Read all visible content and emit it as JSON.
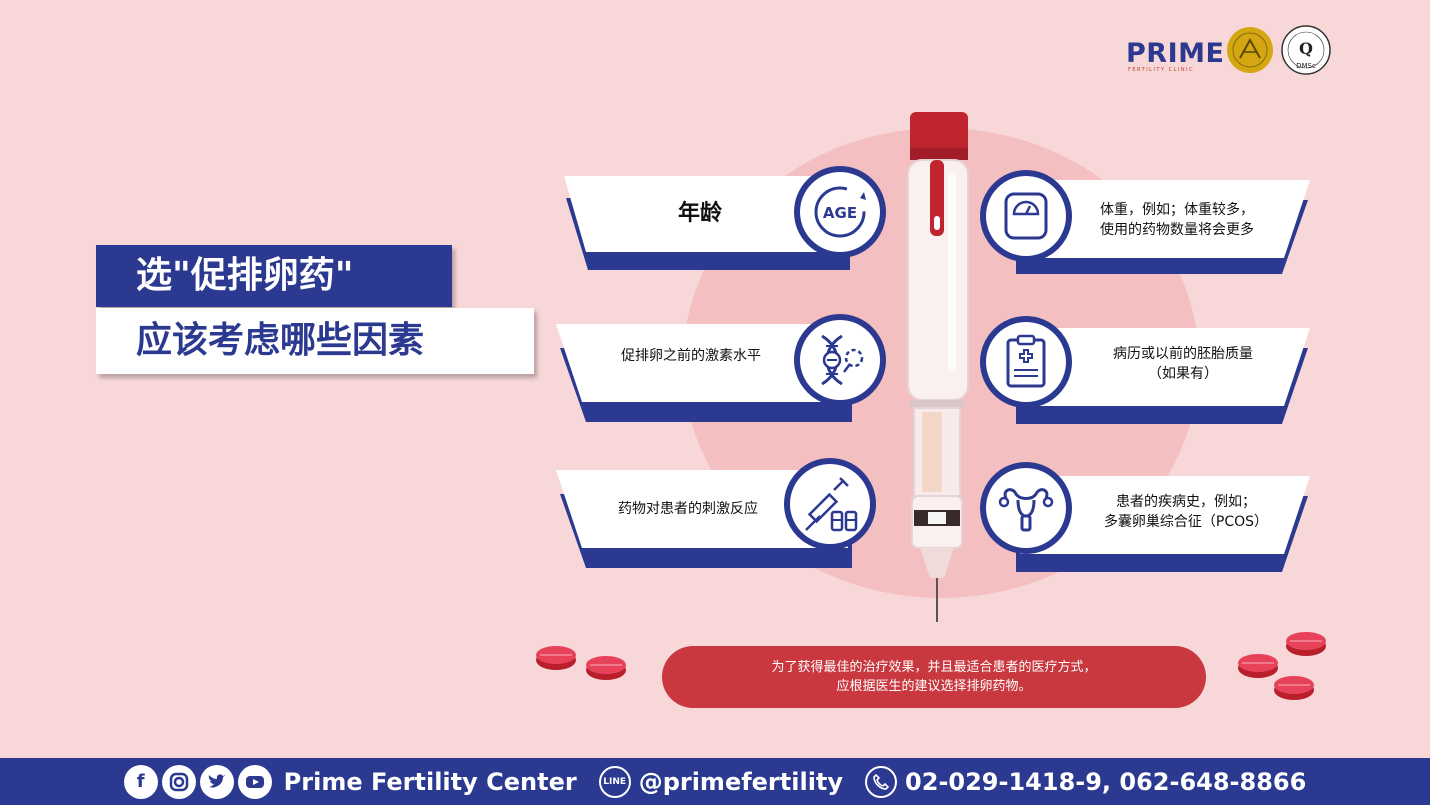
{
  "logo": {
    "brand": "PRIME",
    "subtitle": "FERTILITY CLINIC",
    "seal_text": "DMSc",
    "q_letter": "Q"
  },
  "title": {
    "line1": "选\"促排卵药\"",
    "line2": "应该考虑哪些因素"
  },
  "factors": {
    "age": {
      "label": "年龄",
      "icon_text": "AGE"
    },
    "hormone": {
      "label": "促排卵之前的激素水平"
    },
    "reaction": {
      "label": "药物对患者的刺激反应"
    },
    "weight": {
      "line1": "体重，例如；体重较多，",
      "line2": "使用的药物数量将会更多"
    },
    "history": {
      "line1": "病历或以前的胚胎质量",
      "line2": "（如果有）"
    },
    "disease": {
      "line1": "患者的疾病史，例如；",
      "line2": "多囊卵巢综合征（PCOS）"
    }
  },
  "note": {
    "line1": "为了获得最佳的治疗效果，并且最适合患者的医疗方式，",
    "line2": "应根据医生的建议选择排卵药物。"
  },
  "footer": {
    "center_name": "Prime Fertility Center",
    "line_handle": "@primefertility",
    "line_icon_text": "LINE",
    "phones": "02-029-1418-9, 062-648-8866"
  },
  "colors": {
    "navy": "#2b3990",
    "background": "#f8d7d8",
    "red": "#c9373f"
  }
}
